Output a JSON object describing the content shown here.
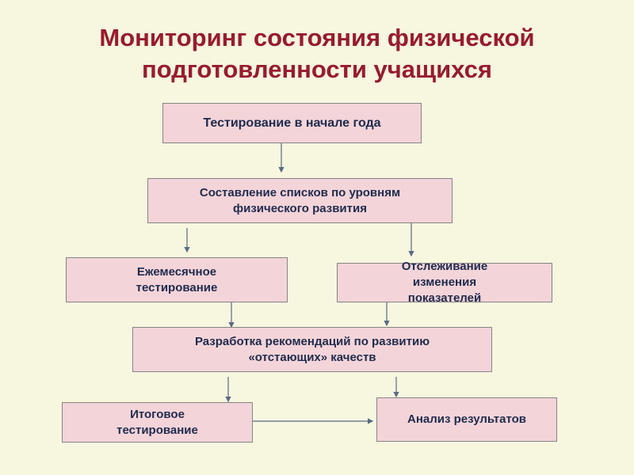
{
  "title": {
    "line1": "Мониторинг состояния физической",
    "line2": "подготовленности учащихся"
  },
  "boxes": {
    "start_testing": "Тестирование в начале года",
    "lists": {
      "line1": "Составление списков по уровням",
      "line2": "физического развития"
    },
    "monthly": {
      "line1": "Ежемесячное",
      "line2": "тестирование"
    },
    "tracking": {
      "line1": "Отслеживание",
      "line2": "изменения",
      "line3": "показателей"
    },
    "recommendations": {
      "line1": "Разработка рекомендаций по развитию",
      "line2": "«отстающих» качеств"
    },
    "final": {
      "line1": "Итоговое",
      "line2": "тестирование"
    },
    "analysis": "Анализ результатов"
  },
  "colors": {
    "title": "#9a1b2e",
    "box_fill": "#f3d4d9",
    "text": "#1f2b4c",
    "background": "#f7f6df"
  }
}
